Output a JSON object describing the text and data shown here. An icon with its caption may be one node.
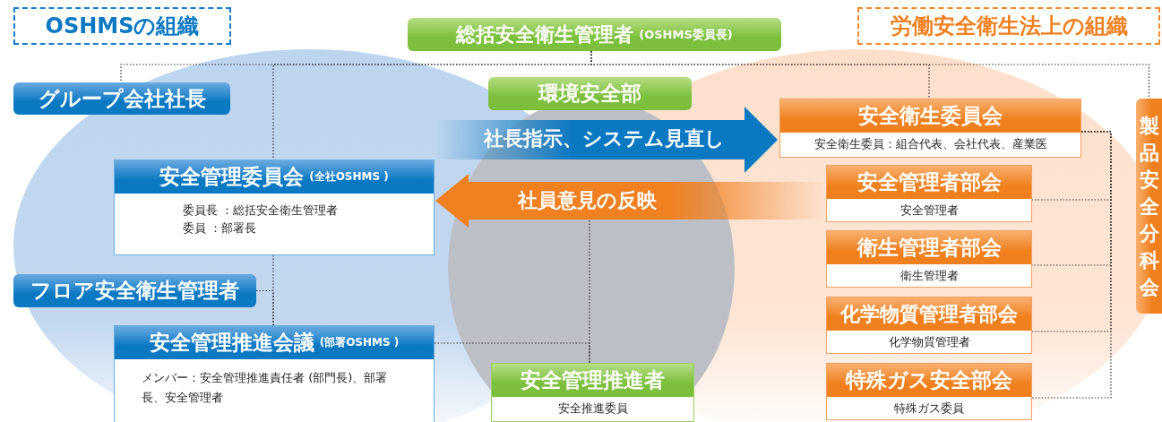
{
  "diagram": {
    "nodes": [
      {
        "text": [
          "OSHMSの組織"
        ]
      },
      {
        "text": [
          "労働安全衛生法上の組織"
        ]
      },
      {
        "text": [
          "総括安全衛生管理者",
          "(OSHMS委員長)"
        ]
      },
      {
        "text": [
          "環境安全部"
        ]
      },
      {
        "text": [
          "グループ会社社長"
        ]
      },
      {
        "text": [
          "安全管理委員会",
          "(全社OSHMS )",
          "委員長 ：総括安全衛生管理者",
          "委員 ：部署長"
        ]
      },
      {
        "text": [
          "フロア安全衛生管理者"
        ]
      },
      {
        "text": [
          "安全管理推進会議",
          "(部署OSHMS )",
          "メンバー：安全管理推進責任者 (部門長)、部署長、安全管理者"
        ]
      },
      {
        "text": [
          "安全管理推進者",
          "安全推進委員"
        ]
      },
      {
        "text": [
          "安全衛生委員会",
          "安全衛生委員：組合代表、会社代表、産業医"
        ]
      },
      {
        "text": [
          "安全管理者部会",
          "安全管理者"
        ]
      },
      {
        "text": [
          "衛生管理者部会",
          "衛生管理者"
        ]
      },
      {
        "text": [
          "化学物質管理者部会",
          "化学物質管理者"
        ]
      },
      {
        "text": [
          "特殊ガス安全部会",
          "特殊ガス委員"
        ]
      },
      {
        "text": [
          "製品安全分科会"
        ]
      }
    ],
    "edges": [
      {
        "from": 2,
        "to": 4,
        "arrow": "none",
        "style": "dashed"
      },
      {
        "from": 2,
        "to": 5,
        "arrow": "none",
        "style": "dashed"
      },
      {
        "from": 2,
        "to": 9,
        "arrow": "none",
        "style": "dashed"
      },
      {
        "from": 2,
        "to": 14,
        "arrow": "none",
        "style": "dashed"
      },
      {
        "from": 5,
        "to": 7,
        "arrow": "none",
        "style": "dashed"
      },
      {
        "from": 6,
        "to": 7,
        "arrow": "none",
        "style": "dashed"
      },
      {
        "from": 7,
        "to": 8,
        "arrow": "none",
        "style": "dashed"
      },
      {
        "from": 8,
        "to": null,
        "arrow": "none",
        "style": "dashed"
      },
      {
        "from": 9,
        "to": 10,
        "arrow": "none",
        "style": "dashed"
      },
      {
        "from": 9,
        "to": 11,
        "arrow": "none",
        "style": "dashed"
      },
      {
        "from": 9,
        "to": 12,
        "arrow": "none",
        "style": "dashed"
      },
      {
        "from": 9,
        "to": 13,
        "arrow": "none",
        "style": "dashed"
      },
      {
        "from": 5,
        "to": 9,
        "arrow": "to",
        "style": "thick",
        "color": "#0b78c2",
        "label": "社長指示、システム見直し"
      },
      {
        "from": 10,
        "to": 5,
        "arrow": "to",
        "style": "thick",
        "color": "#f08020",
        "label": "社員意見の反映"
      }
    ]
  }
}
